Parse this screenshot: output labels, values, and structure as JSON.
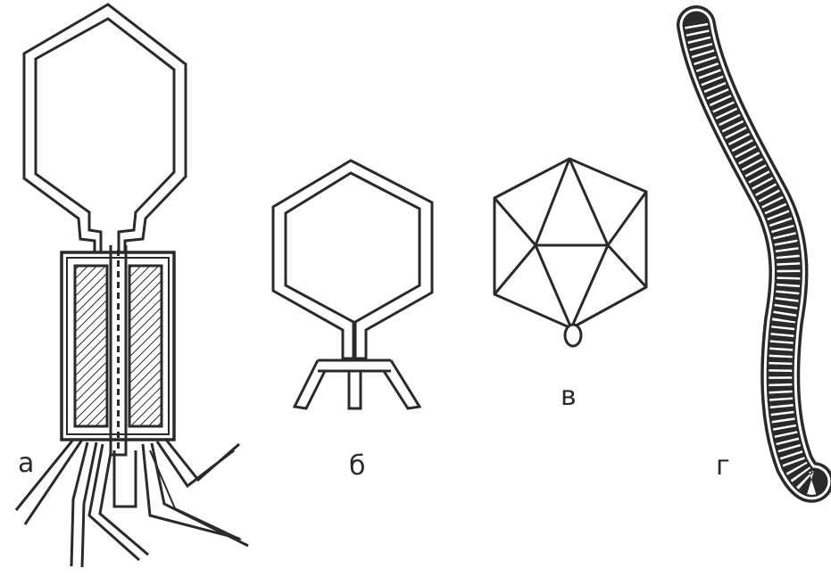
{
  "figure": {
    "labels": {
      "a": "а",
      "b": "б",
      "v": "в",
      "g": "г"
    },
    "colors": {
      "ink": "#2a2a2a",
      "paper": "#ffffff"
    }
  }
}
